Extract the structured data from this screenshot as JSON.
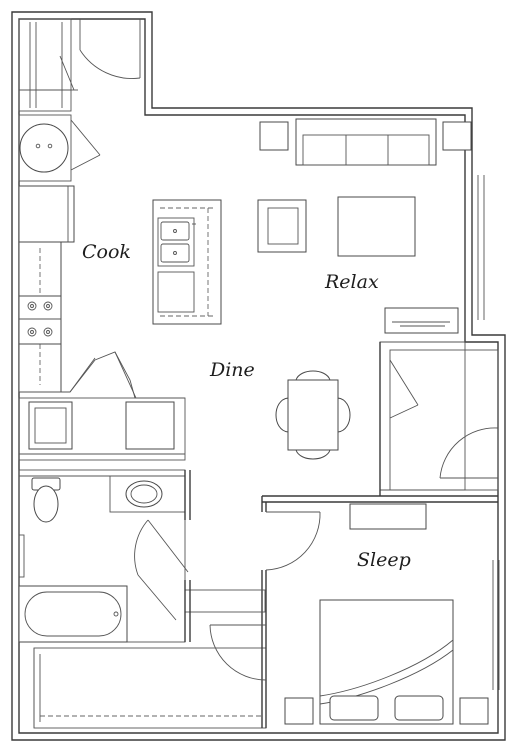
{
  "rooms": {
    "cook": "Cook",
    "relax": "Relax",
    "dine": "Dine",
    "sleep": "Sleep"
  }
}
